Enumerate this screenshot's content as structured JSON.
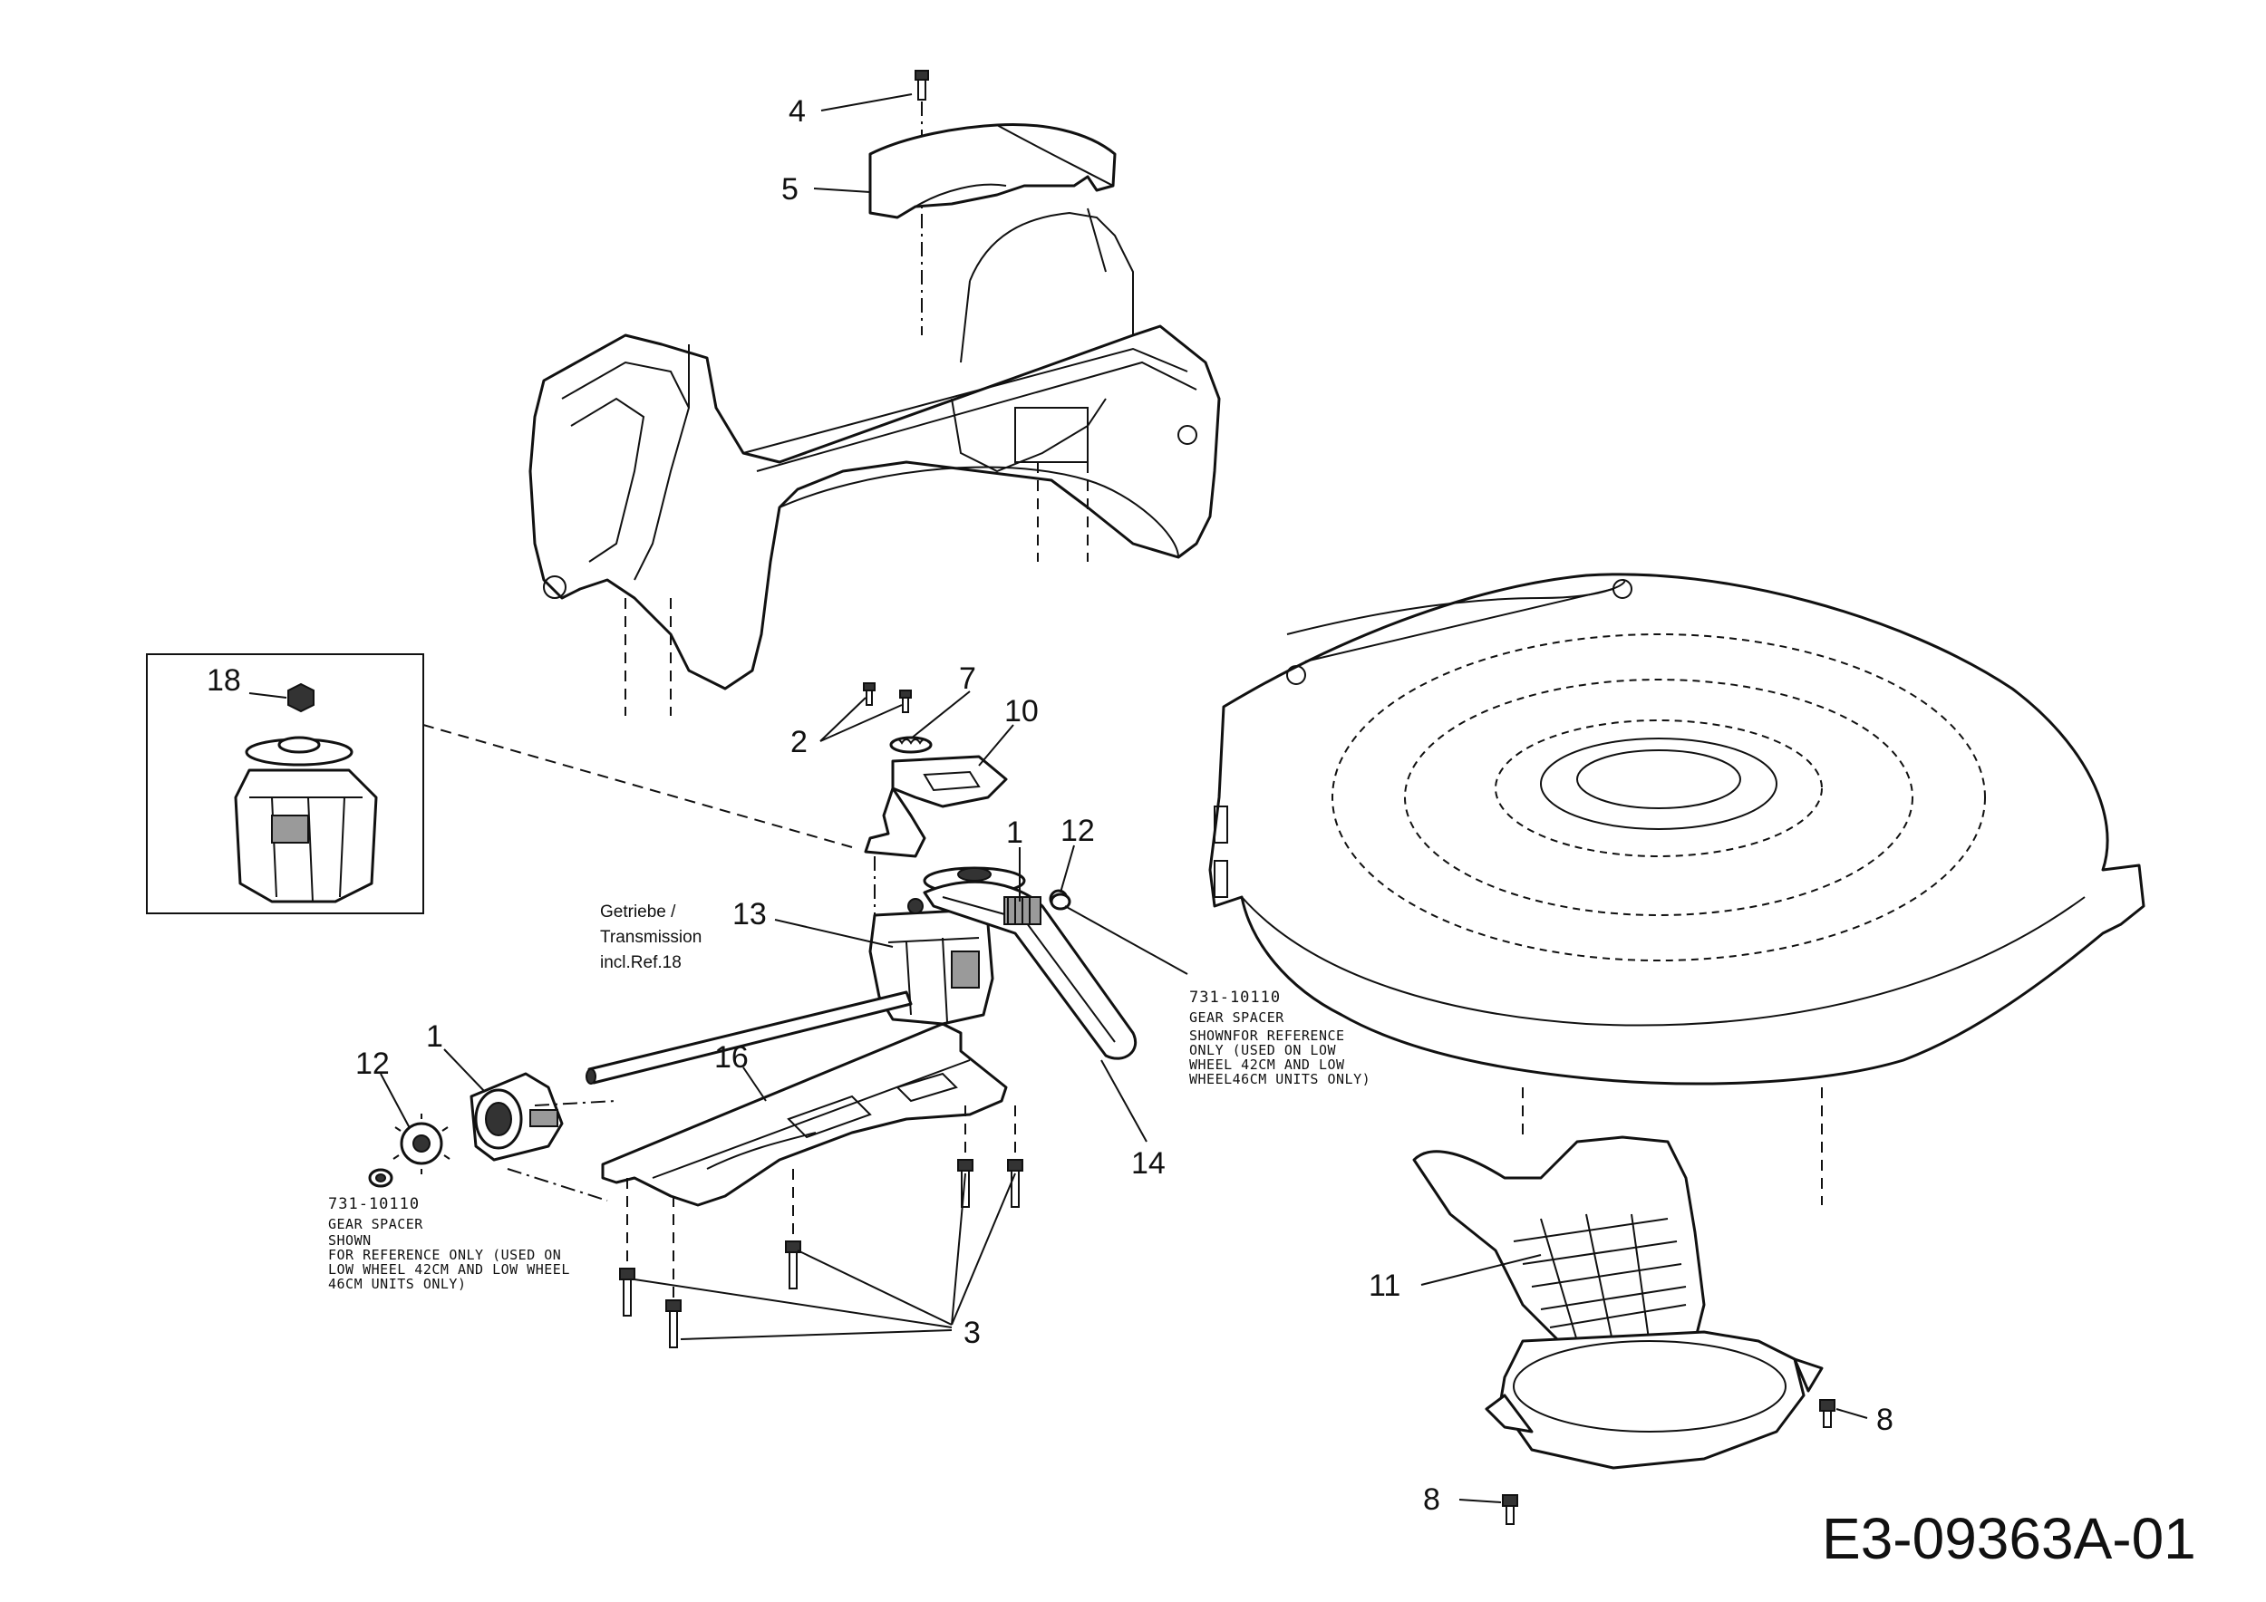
{
  "callouts": {
    "c1a": "1",
    "c1b": "1",
    "c2": "2",
    "c3": "3",
    "c4": "4",
    "c5": "5",
    "c7": "7",
    "c8a": "8",
    "c8b": "8",
    "c10": "10",
    "c11": "11",
    "c12a": "12",
    "c12b": "12",
    "c13": "13",
    "c14": "14",
    "c16": "16",
    "c18": "18"
  },
  "transmission_note": {
    "line1": "Getriebe /",
    "line2": "Transmission",
    "line3": "incl.Ref.18"
  },
  "spacer_note_right": {
    "part_no": "731-10110",
    "l1": "GEAR SPACER",
    "l2": "SHOWNFOR REFERENCE",
    "l3": "ONLY (USED ON LOW",
    "l4": "WHEEL 42CM AND LOW",
    "l5": "WHEEL46CM UNITS ONLY)"
  },
  "spacer_note_left": {
    "part_no": "731-10110",
    "l1": "GEAR SPACER",
    "l2": "SHOWN",
    "l3": "FOR REFERENCE ONLY (USED ON",
    "l4": "LOW WHEEL 42CM AND LOW WHEEL",
    "l5": "46CM UNITS ONLY)"
  },
  "diagram_code": "E3-09363A-01"
}
